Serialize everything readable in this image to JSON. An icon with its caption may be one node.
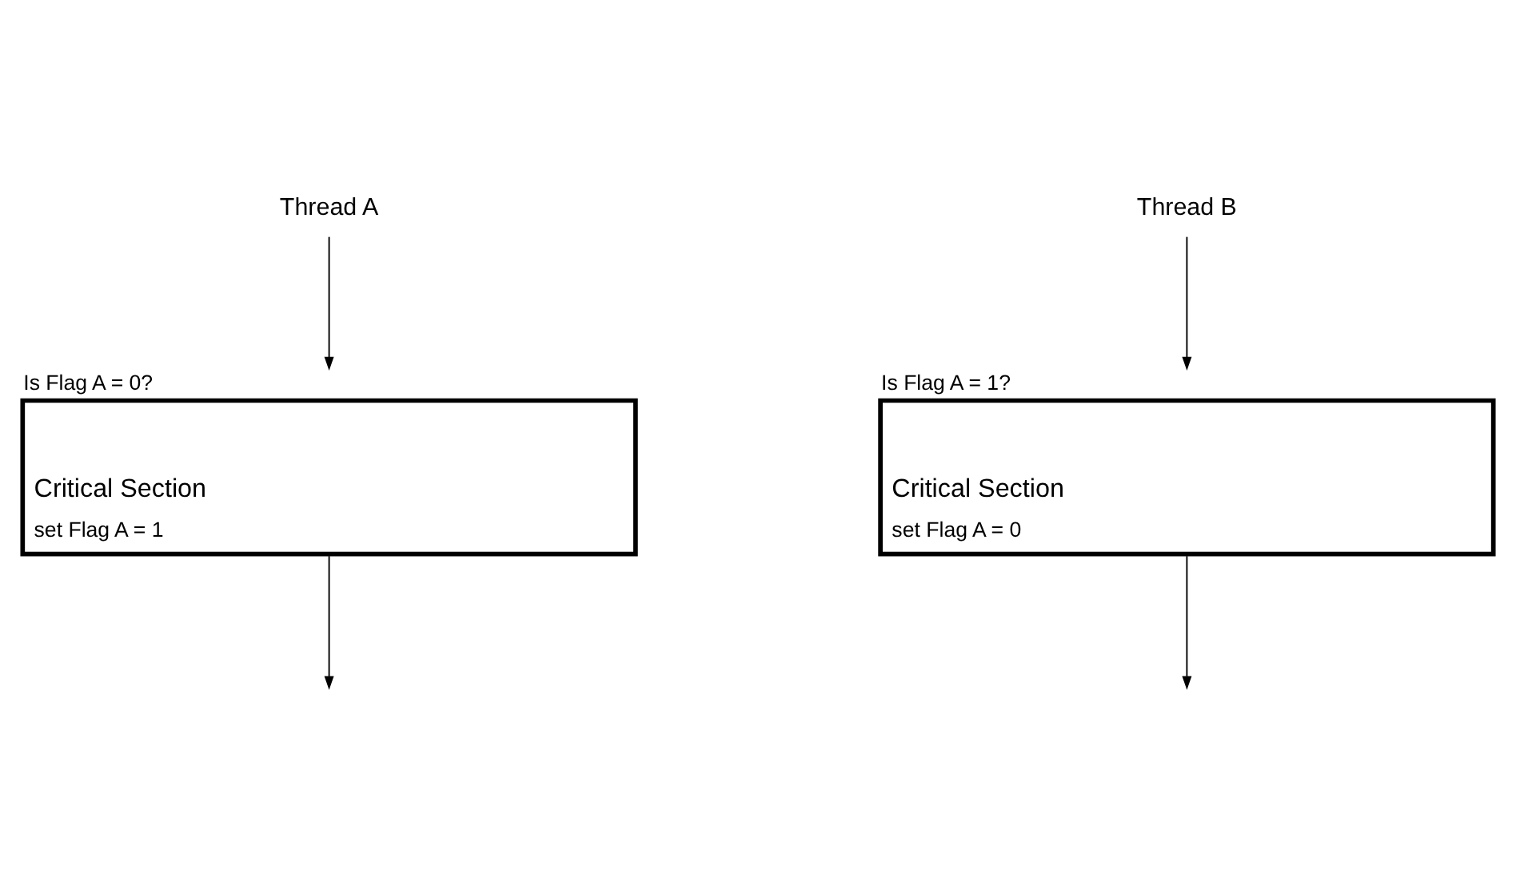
{
  "diagram": {
    "nodes": [
      {
        "text": [
          "Thread A"
        ]
      },
      {
        "text": [
          "Is Flag A = 0?",
          "Critical Section",
          "set Flag A = 1"
        ]
      },
      {
        "text": [
          "Thread B"
        ]
      },
      {
        "text": [
          "Is Flag A = 1?",
          "Critical Section",
          "set Flag A = 0"
        ]
      }
    ],
    "edges": [
      {
        "from": 0,
        "to": 1,
        "arrow": "to"
      },
      {
        "from": 1,
        "to": null,
        "arrow": "to"
      },
      {
        "from": 2,
        "to": 3,
        "arrow": "to"
      },
      {
        "from": 3,
        "to": null,
        "arrow": "to"
      }
    ]
  }
}
